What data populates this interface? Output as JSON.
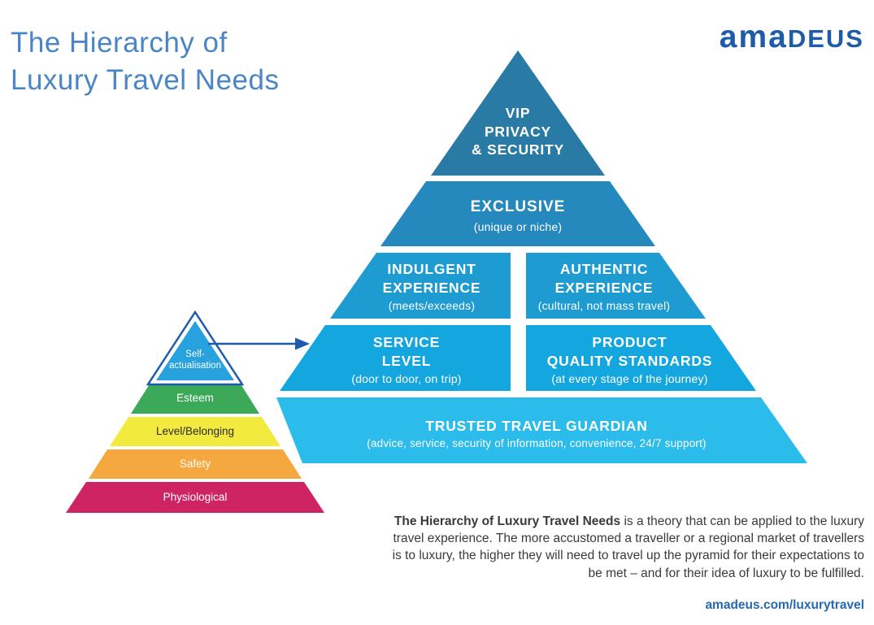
{
  "header": {
    "title_line1": "The Hierarchy of",
    "title_line2": "Luxury Travel Needs",
    "logo_part1": "ama",
    "logo_part2": "DEUS"
  },
  "pyramid": {
    "vip": {
      "l1": "VIP",
      "l2": "PRIVACY",
      "l3": "& SECURITY"
    },
    "exclusive": {
      "title": "EXCLUSIVE",
      "sub": "(unique or niche)"
    },
    "indulgent": {
      "l1": "INDULGENT",
      "l2": "EXPERIENCE",
      "sub": "(meets/exceeds)"
    },
    "authentic": {
      "l1": "AUTHENTIC",
      "l2": "EXPERIENCE",
      "sub": "(cultural, not mass travel)"
    },
    "service": {
      "l1": "SERVICE",
      "l2": "LEVEL",
      "sub": "(door to door, on trip)"
    },
    "product": {
      "l1": "PRODUCT",
      "l2": "QUALITY STANDARDS",
      "sub": "(at every stage of the journey)"
    },
    "guardian": {
      "title": "TRUSTED TRAVEL GUARDIAN",
      "sub": "(advice, service, security of information, convenience, 24/7 support)"
    }
  },
  "maslow": {
    "self_line1": "Self-",
    "self_line2": "actualisation",
    "esteem": "Esteem",
    "belonging": "Level/Belonging",
    "safety": "Safety",
    "physiological": "Physiological"
  },
  "footer": {
    "description_bold": "The Hierarchy of Luxury Travel Needs",
    "description_rest": " is a theory that can be applied to the luxury travel experience. The more accustomed a traveller or a regional market of travellers is to luxury, the higher they will need to travel up the pyramid for their expectations to be met – and for their idea of luxury to be fulfilled.",
    "link": "amadeus.com/luxurytravel"
  },
  "colors": {
    "title-blue": "#4a86c6",
    "logo-blue": "#1e5ba9",
    "row1": "#2a7aa6",
    "row2": "#2689be",
    "row3": "#1e9cd2",
    "row4": "#14a6df",
    "row5": "#2cbcec",
    "maslow-blue": "#27a2de",
    "maslow-green": "#3ba957",
    "maslow-yellow": "#f3ea3f",
    "maslow-orange": "#f5a840",
    "maslow-magenta": "#ce2464",
    "arrow-blue": "#1e5ba9",
    "text-dark": "#3a3a3a",
    "link-blue": "#2469b3"
  }
}
